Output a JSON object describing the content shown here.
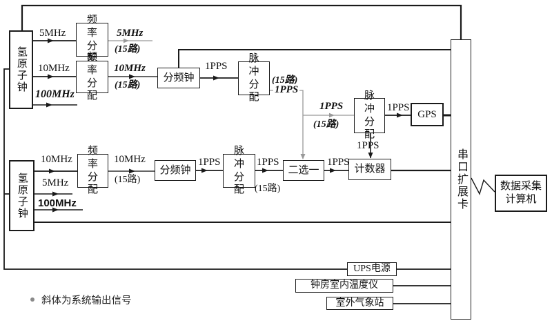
{
  "nodes": {
    "clock": "氢原子钟",
    "freq_dist": "频率分配",
    "divider_clock": "分频钟",
    "pulse_dist": "脉冲分配",
    "selector": "二选一",
    "counter": "计数器",
    "gps": "GPS",
    "serial_card": "串口扩展卡",
    "computer": "数据采集计算机",
    "ups": "UPS电源",
    "indoor_thermometer": "钟房室内温度仪",
    "weather_station": "室外气象站"
  },
  "signals": {
    "mhz5": "5MHz",
    "mhz10": "10MHz",
    "mhz100": "100MHz",
    "pps": "1PPS",
    "ch15": "(15路)"
  },
  "note": {
    "text": "斜体为系统输出信号"
  },
  "colors": {
    "line": "#1a1a1a",
    "gray_line": "#999999",
    "background": "#ffffff"
  }
}
